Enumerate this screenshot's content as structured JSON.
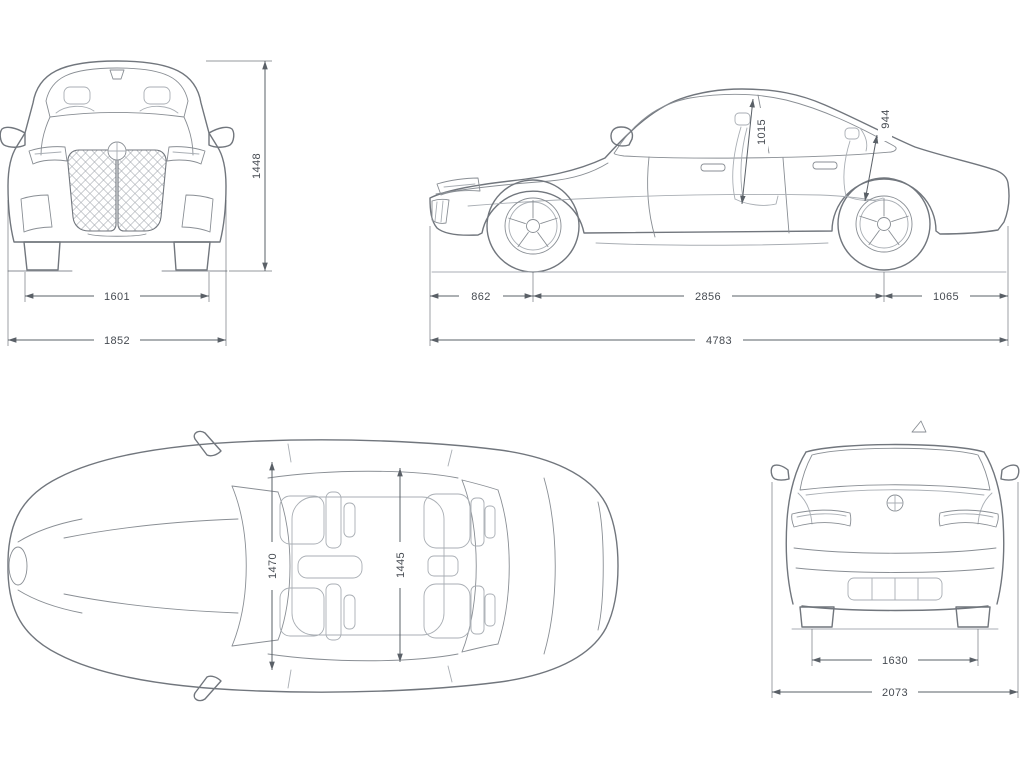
{
  "page": {
    "colors": {
      "bg": "#ffffff",
      "line": "#71767d",
      "detail": "#898e94",
      "light": "#a9aeb4",
      "dim": "#5a6067",
      "txt": "#464b52"
    }
  },
  "views": {
    "front": {
      "dims": {
        "height": "1448",
        "track_width": "1601",
        "overall_width": "1852"
      }
    },
    "side": {
      "dims": {
        "front_interior_height": "1015",
        "rear_interior_height": "944",
        "front_overhang": "862",
        "wheelbase": "2856",
        "rear_overhang": "1065",
        "overall_length": "4783"
      }
    },
    "top": {
      "dims": {
        "front_interior_width": "1470",
        "rear_interior_width": "1445"
      }
    },
    "rear": {
      "dims": {
        "track_width": "1630",
        "width_with_mirrors": "2073"
      }
    }
  }
}
